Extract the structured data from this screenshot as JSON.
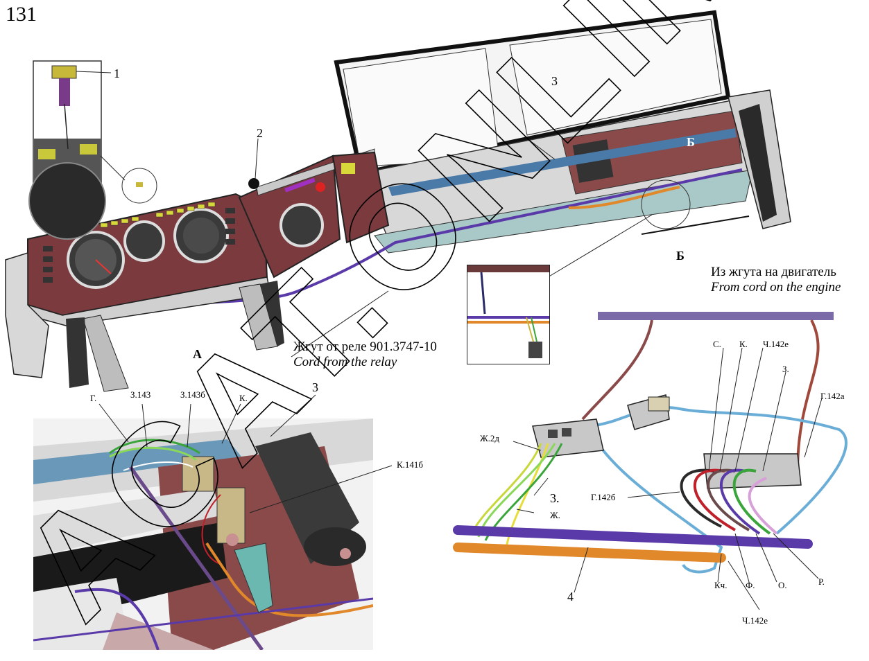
{
  "page_number": "131",
  "callouts": {
    "c1": "1",
    "c2": "2",
    "c3": "3",
    "c4": "4",
    "view_a": "А",
    "view_b_top": "Б",
    "view_b_label": "Б"
  },
  "captions": {
    "relay_ru": "Жгут от реле 901.3747-10",
    "relay_en": "Cord from the relay",
    "engine_ru": "Из жгута на двигатель",
    "engine_en": "From cord on the engine"
  },
  "view_a_labels": {
    "g": "Г.",
    "z143": "З.143",
    "z143b": "З.143б",
    "k": "К.",
    "c3": "3",
    "k141b": "К.141б"
  },
  "view_b_labels": {
    "s": "С.",
    "k": "К.",
    "ch142e_top": "Ч.142е",
    "z": "З.",
    "g142a": "Г.142а",
    "zh2d": "Ж.2д",
    "z3": "3.",
    "zh": "Ж.",
    "g142b": "Г.142б",
    "kch": "Кч.",
    "f": "Ф.",
    "o": "О.",
    "r": "Р.",
    "ch142e_bottom": "Ч.142е",
    "c4": "4"
  },
  "watermark": "ACAT.ONLINE",
  "colors": {
    "panel_maroon": "#7a3a3e",
    "housing_grey": "#c9c9c9",
    "harness_purple": "#5a3aa8",
    "harness_orange": "#e0882a",
    "harness_blue": "#6aaed8",
    "wire_green": "#3aa53a",
    "wire_yellow": "#e6dc3a",
    "wire_red": "#c0202a",
    "wire_brown": "#8b4a3a",
    "cord_lilac": "#7a6aa8"
  }
}
